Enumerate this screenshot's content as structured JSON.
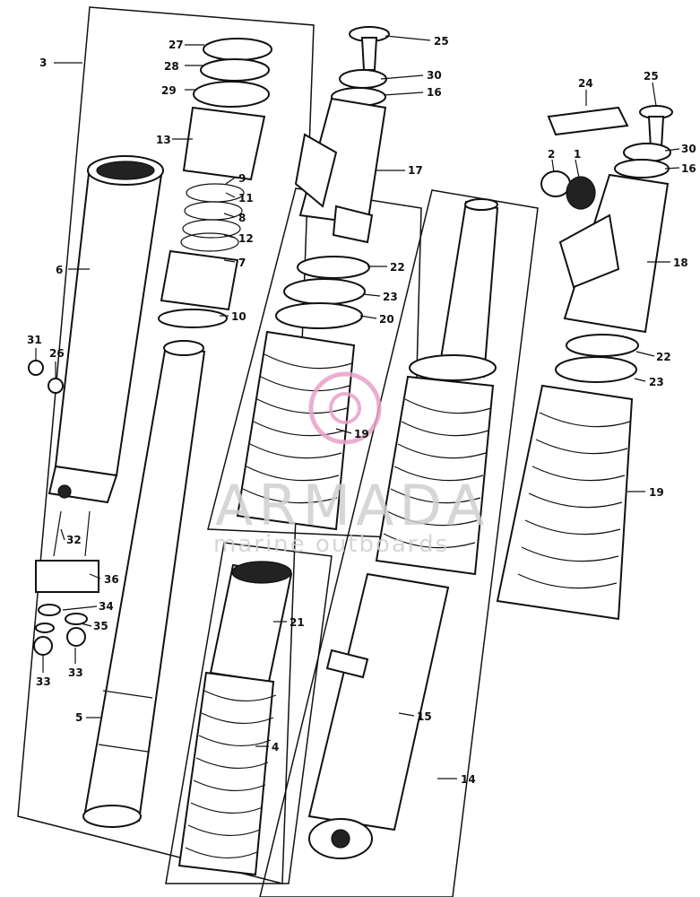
{
  "watermark": {
    "brand": "ARMADA",
    "tagline": "marine outboards",
    "accent_color": "#e8a0c8"
  },
  "callouts": {
    "c3": "3",
    "c27": "27",
    "c28": "28",
    "c29": "29",
    "c13": "13",
    "c9": "9",
    "c11": "11",
    "c8": "8",
    "c12": "12",
    "c7": "7",
    "c10": "10",
    "c6": "6",
    "c31": "31",
    "c26": "26",
    "c32": "32",
    "c36": "36",
    "c34": "34",
    "c35": "35",
    "c33a": "33",
    "c33b": "33",
    "c5": "5",
    "c21": "21",
    "c4": "4",
    "c25a": "25",
    "c30a": "30",
    "c16a": "16",
    "c17": "17",
    "c22a": "22",
    "c23a": "23",
    "c20": "20",
    "c19a": "19",
    "c15": "15",
    "c14": "14",
    "c24": "24",
    "c2": "2",
    "c1": "1",
    "c25b": "25",
    "c30b": "30",
    "c16b": "16",
    "c18": "18",
    "c22b": "22",
    "c23b": "23",
    "c19b": "19"
  }
}
